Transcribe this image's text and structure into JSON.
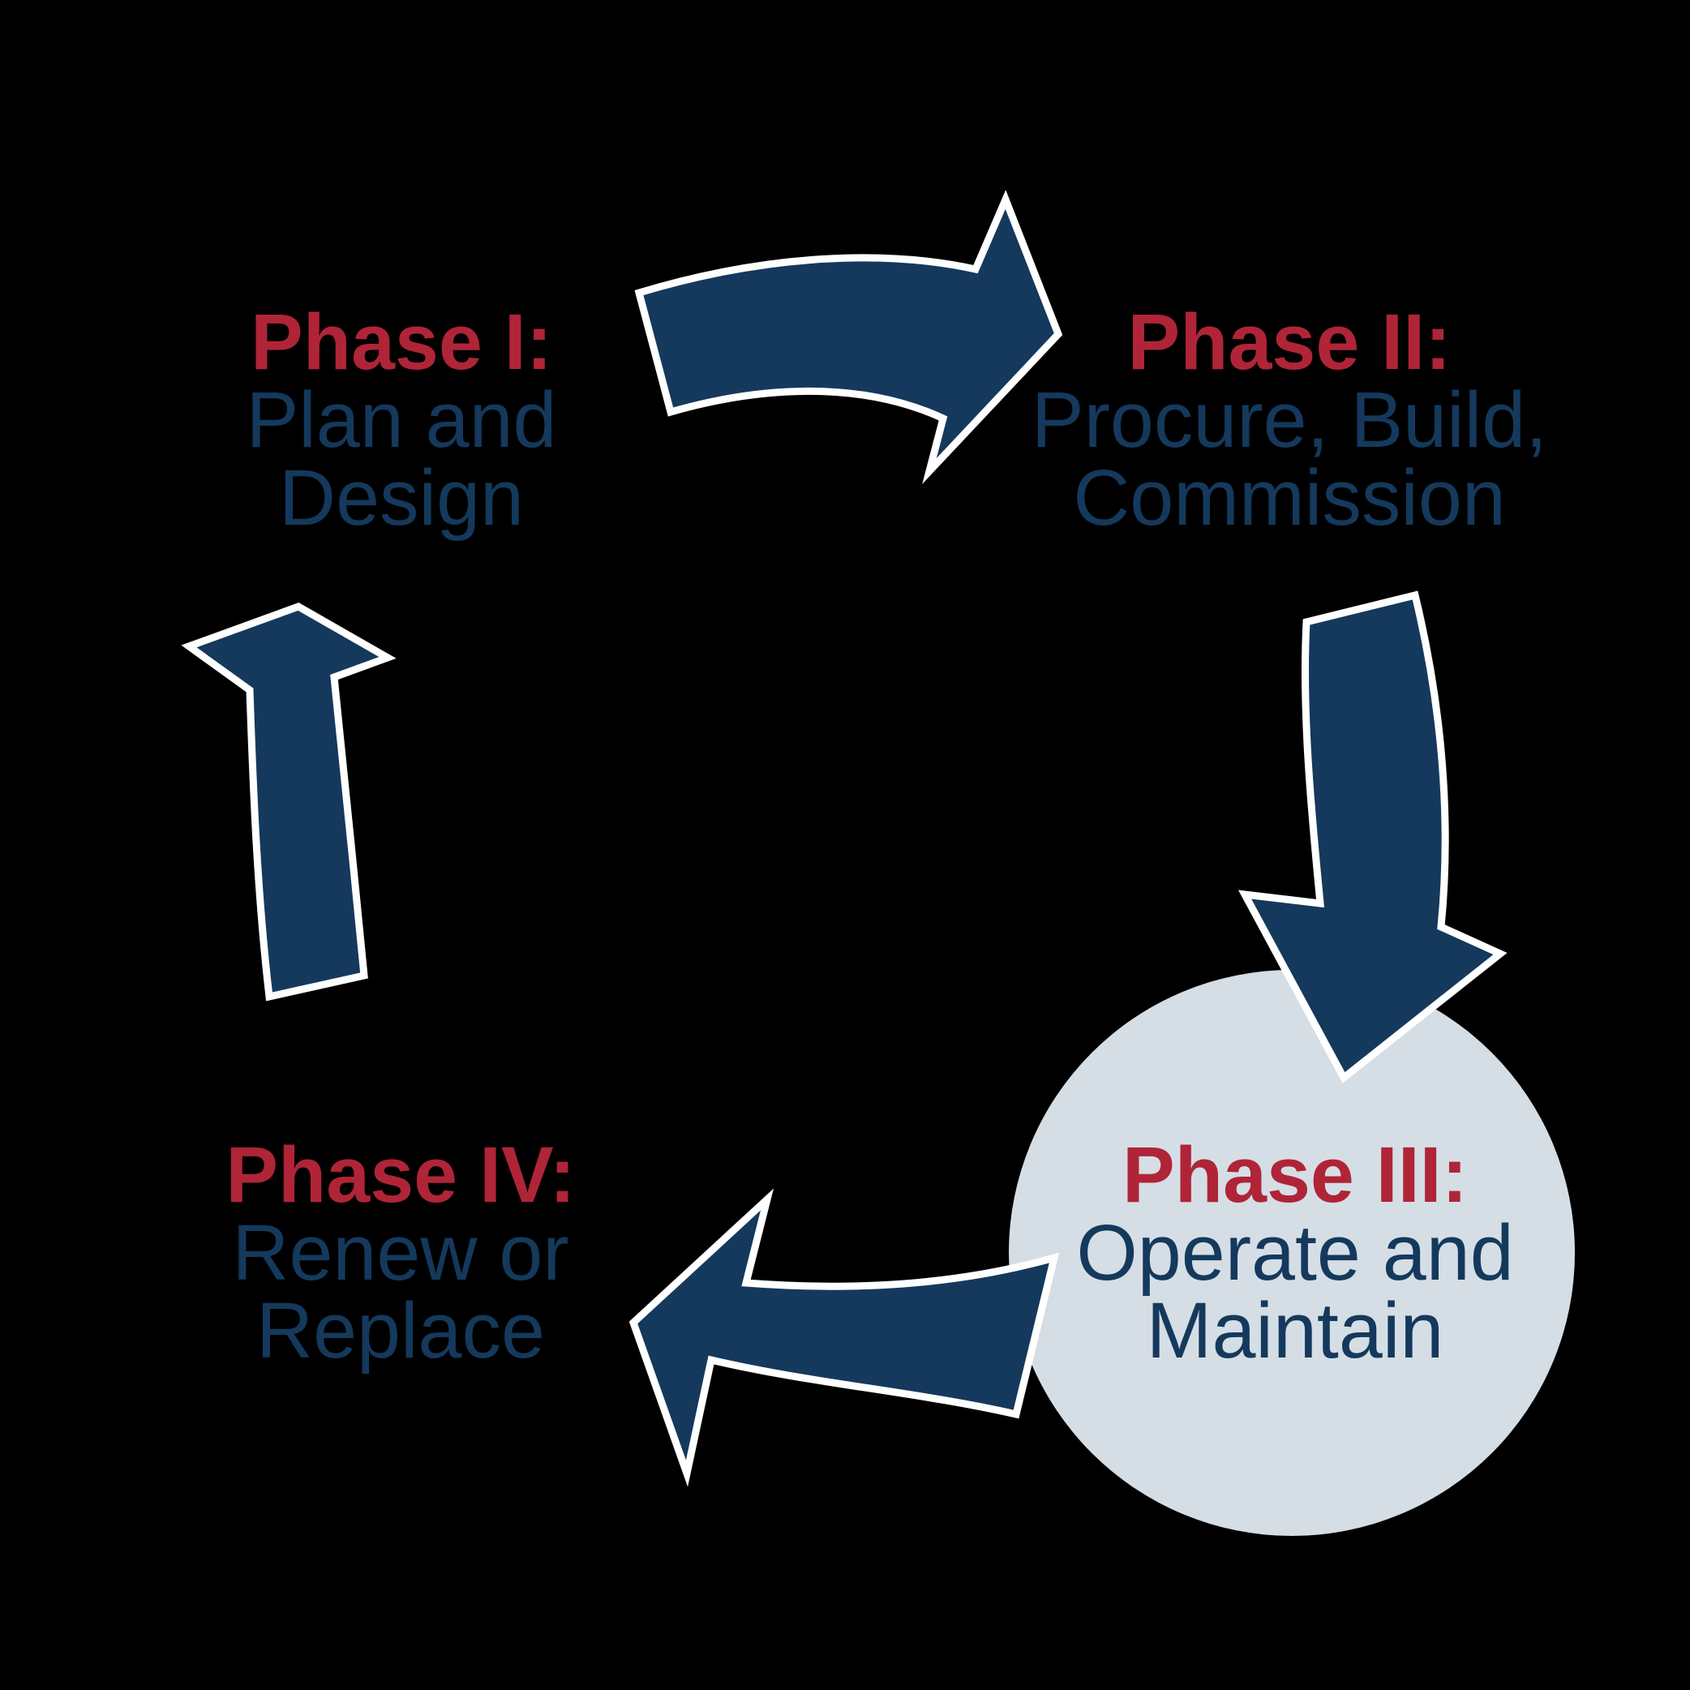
{
  "diagram": {
    "title_semantic": "Four-phase lifecycle cycle diagram",
    "background_color": "#000000",
    "colors": {
      "phase_label_red": "#B02437",
      "phase_text_navy": "#14395C",
      "arrow_navy": "#14395C",
      "arrow_outline_white": "#FFFFFF",
      "highlight_circle_fill": "#D5DEE5"
    },
    "phases": [
      {
        "label": "Phase I:",
        "lines": [
          "Plan and",
          "Design"
        ],
        "highlighted": false
      },
      {
        "label": "Phase II:",
        "lines": [
          "Procure, Build,",
          "Commission"
        ],
        "highlighted": false
      },
      {
        "label": "Phase III:",
        "lines": [
          "Operate and",
          "Maintain"
        ],
        "highlighted": true
      },
      {
        "label": "Phase IV:",
        "lines": [
          "Renew or",
          "Replace"
        ],
        "highlighted": false
      }
    ],
    "arrows": [
      {
        "name": "arrow-phase1-to-phase2",
        "direction": "curving right, top of cycle"
      },
      {
        "name": "arrow-phase2-to-phase3",
        "direction": "curving down, right of cycle"
      },
      {
        "name": "arrow-phase3-to-phase4",
        "direction": "curving left, bottom of cycle"
      },
      {
        "name": "arrow-phase4-to-phase1",
        "direction": "curving up, left of cycle"
      }
    ]
  }
}
